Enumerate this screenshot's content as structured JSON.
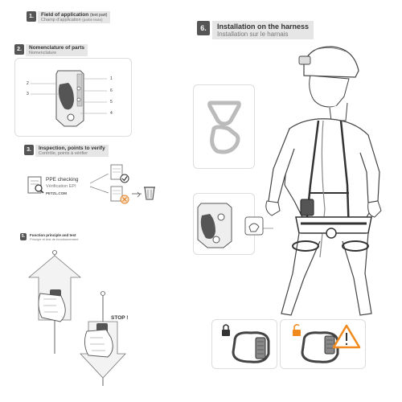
{
  "sections": {
    "s1": {
      "num": "1.",
      "title": "Field of application",
      "title_note": "(text part)",
      "sub": "Champ d'application",
      "sub_note": "(partie texte)"
    },
    "s2": {
      "num": "2.",
      "title": "Nomenclature of parts",
      "sub": "Nomenclature",
      "labels": [
        "1",
        "2",
        "3",
        "4",
        "6"
      ]
    },
    "s3": {
      "num": "3.",
      "title": "Inspection, points to verify",
      "sub": "Contrôle, points à vérifier",
      "ppe_title": "PPE checking",
      "ppe_sub": "Vérification EPI",
      "ppe_url": "PETZL.COM"
    },
    "s5": {
      "num": "5.",
      "title": "Function principle and test",
      "sub": "Principe et test de fonctionnement",
      "stop": "STOP !"
    },
    "s6": {
      "num": "6.",
      "title": "Installation on the harness",
      "sub": "Installation sur le harnais"
    }
  },
  "icons": [
    "search-icon",
    "checkmark-icon",
    "cross-icon",
    "trash-icon",
    "lock-icon",
    "unlock-icon",
    "warning-icon"
  ],
  "colors": {
    "warning": "#f08a1c",
    "number_bg": "#555555"
  }
}
